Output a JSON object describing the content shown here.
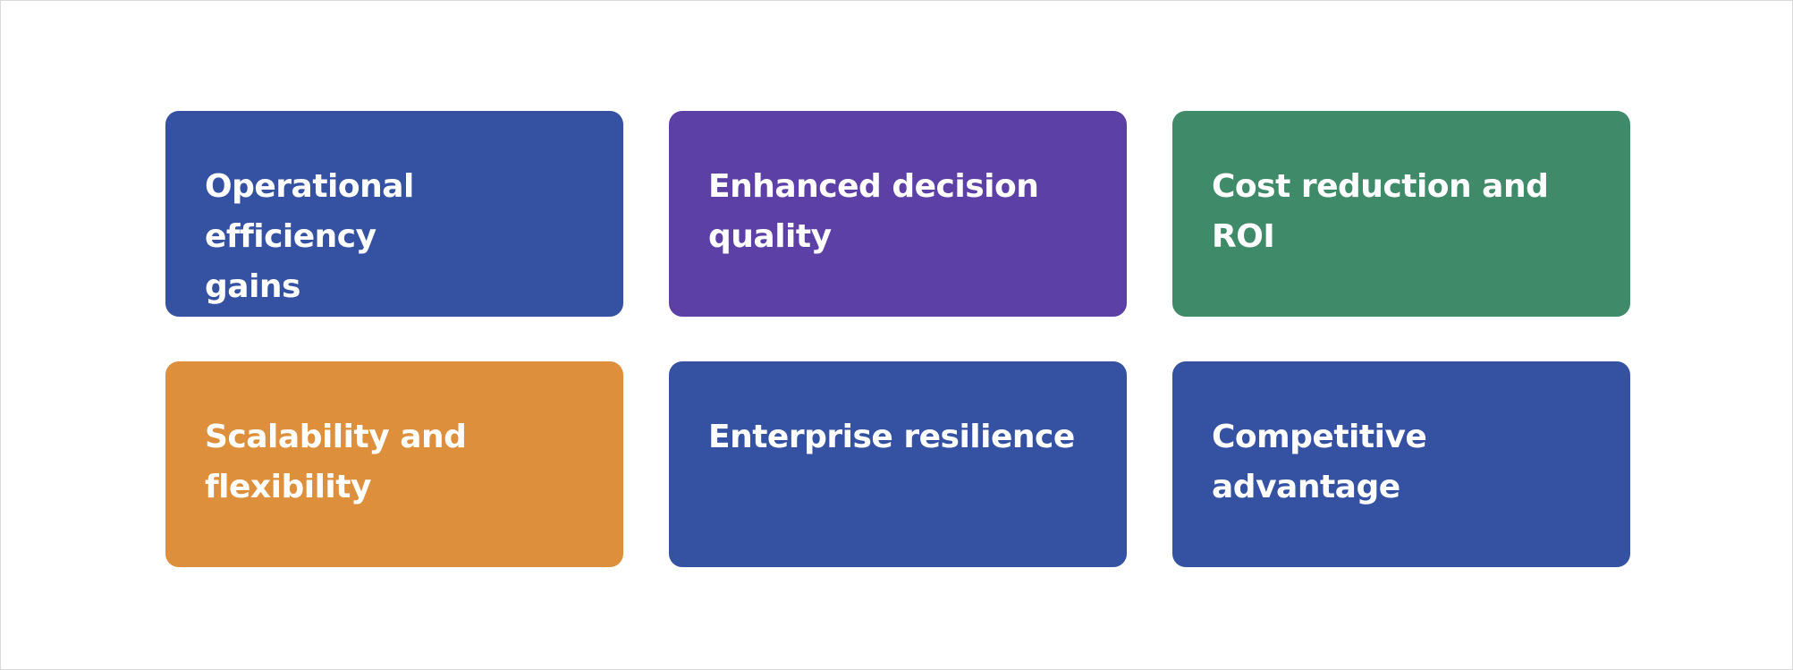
{
  "page": {
    "background_color": "#ffffff",
    "border_color": "#dadada",
    "text_color": "#ffffff"
  },
  "palette": {
    "blue": "#3451a2",
    "purple": "#5c40a6",
    "green": "#3f8a69",
    "orange": "#dd8f3c"
  },
  "cards": [
    {
      "label": "Operational efficiency\ngains",
      "color": "#3451a2"
    },
    {
      "label": "Enhanced decision\nquality",
      "color": "#5c40a6"
    },
    {
      "label": "Cost reduction and\nROI",
      "color": "#3f8a69"
    },
    {
      "label": "Scalability and\nflexibility",
      "color": "#dd8f3c"
    },
    {
      "label": "Enterprise resilience",
      "color": "#3451a2"
    },
    {
      "label": "Competitive\nadvantage",
      "color": "#3451a2"
    }
  ]
}
